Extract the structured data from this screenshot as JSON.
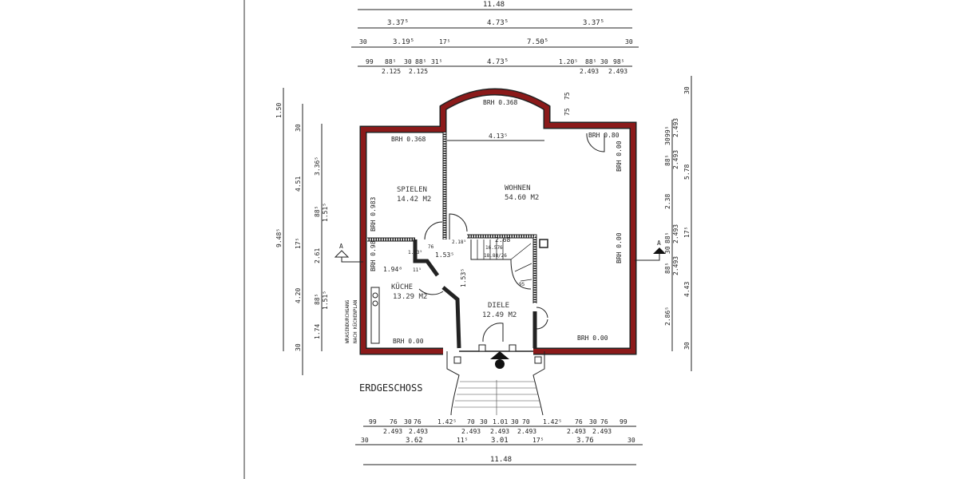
{
  "plan": {
    "title": "ERDGESCHOSS",
    "wall_color": "#8b1a1a",
    "rooms": {
      "spielen": {
        "name": "SPIELEN",
        "area": "14.42 M2"
      },
      "wohnen": {
        "name": "WOHNEN",
        "area": "54.60 M2"
      },
      "kueche": {
        "name": "KÜCHE",
        "area": "13.29 M2"
      },
      "diele": {
        "name": "DIELE",
        "area": "12.49 M2"
      }
    },
    "brh": [
      "BRH 0.368",
      "BRH 0.368",
      "BRH 0.80",
      "BRH 0.00",
      "BRH 0.983",
      "BRH 0.98",
      "BRH 0.00",
      "BRH 0.00",
      "BRH 0.00"
    ],
    "interior_dims": [
      "4.13⁵",
      "75",
      "75",
      "1.53⁵",
      "1.94⁸",
      "1.53⁵",
      "2.68",
      "16.576",
      "18.88/26",
      "2.18⁵",
      "11⁵",
      "1.03⁵",
      "76",
      "95"
    ],
    "note_line1": "WRASENDURCHGANG",
    "note_line2": "NACH KÜCHENPLAN",
    "section_marker": "A",
    "top_dims": {
      "row1": [
        "11.48"
      ],
      "row2": [
        "3.37⁵",
        "4.73⁵",
        "3.37⁵"
      ],
      "row3": [
        "30",
        "3.19⁵",
        "17⁵",
        "7.50⁵",
        "30"
      ],
      "row4": [
        "99",
        "88⁵",
        "30",
        "88⁵",
        "31⁵",
        "4.73⁵",
        "1.20⁵",
        "88⁵",
        "30",
        "98⁵"
      ],
      "row4_sub": [
        "2.125",
        "2.125",
        "2.493",
        "2.493"
      ]
    },
    "bottom_dims": {
      "row1": [
        "99",
        "76",
        "30",
        "76",
        "1.42⁵",
        "70",
        "30",
        "1.01",
        "30",
        "70",
        "1.42⁵",
        "76",
        "30",
        "76",
        "99"
      ],
      "row1_sub": [
        "2.493",
        "2.493",
        "2.493",
        "2.493",
        "2.493",
        "2.493",
        "2.493"
      ],
      "row2": [
        "30",
        "3.62",
        "11⁵",
        "3.01",
        "17⁵",
        "3.76",
        "30"
      ],
      "row3": [
        "11.48"
      ]
    },
    "left_dims": {
      "col1": [
        "1.50",
        "9.48⁵"
      ],
      "col2": [
        "30",
        "4.51",
        "17⁵",
        "4.20",
        "30"
      ],
      "col3": [
        "3.36⁵",
        "88⁵",
        "1.51⁵",
        "2.61",
        "88⁵",
        "1.51⁵",
        "1.74"
      ]
    },
    "right_dims": {
      "col1": [
        "99⁵",
        "30",
        "88⁵",
        "2.493",
        "2.493",
        "2.38",
        "88⁵",
        "30",
        "88⁵",
        "2.493",
        "2.493",
        "2.86⁵"
      ],
      "col2": [
        "30",
        "5.78",
        "17⁵",
        "4.43",
        "30"
      ]
    }
  }
}
